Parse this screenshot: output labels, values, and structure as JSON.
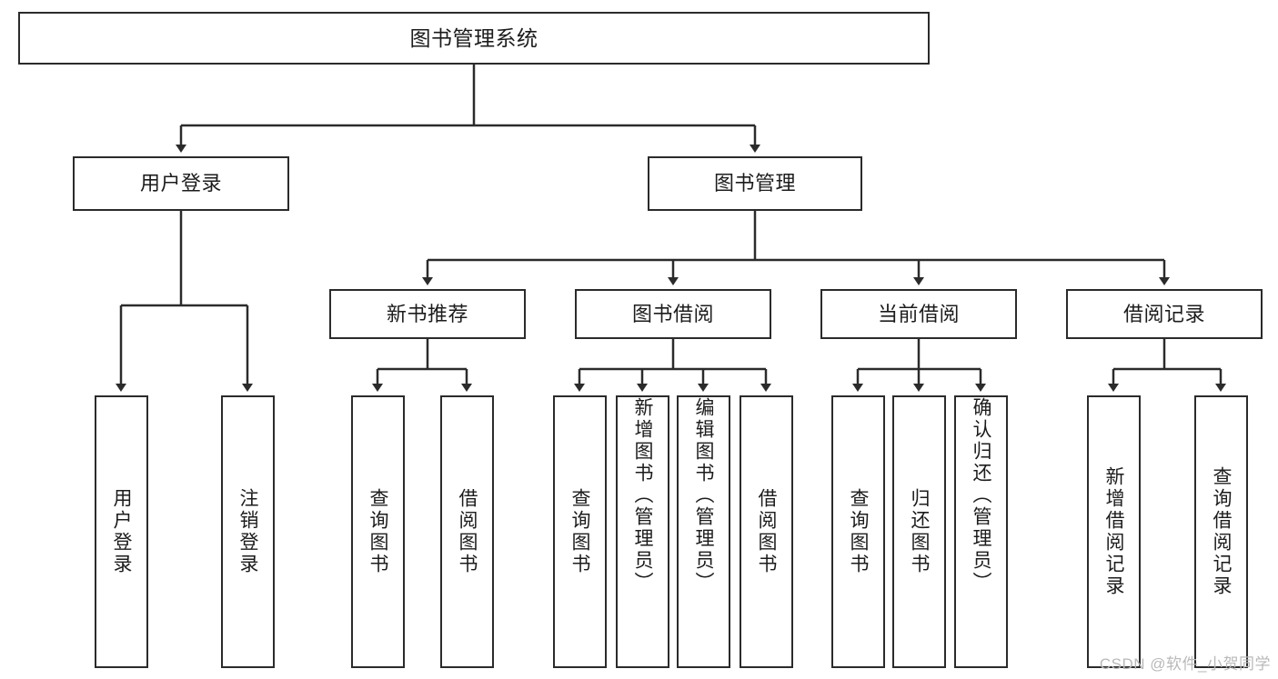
{
  "diagram": {
    "type": "hierarchy-tree",
    "title": "图书管理系统",
    "root": {
      "label": "图书管理系统"
    },
    "level2": [
      {
        "label": "用户登录"
      },
      {
        "label": "图书管理"
      }
    ],
    "level3": [
      {
        "label": "新书推荐"
      },
      {
        "label": "图书借阅"
      },
      {
        "label": "当前借阅"
      },
      {
        "label": "借阅记录"
      }
    ],
    "leaves": {
      "user_login": [
        {
          "label": "用户登录"
        },
        {
          "label": "注销登录"
        }
      ],
      "new_book_recommend": [
        {
          "label": "查询图书"
        },
        {
          "label": "借阅图书"
        }
      ],
      "book_borrow": [
        {
          "label": "查询图书"
        },
        {
          "label": "新增图书（管理员）"
        },
        {
          "label": "编辑图书（管理员）"
        },
        {
          "label": "借阅图书"
        }
      ],
      "current_borrow": [
        {
          "label": "查询图书"
        },
        {
          "label": "归还图书"
        },
        {
          "label": "确认归还（管理员）"
        }
      ],
      "borrow_record": [
        {
          "label": "新增借阅记录"
        },
        {
          "label": "查询借阅记录"
        }
      ]
    }
  },
  "watermark": {
    "text": "CSDN @软件_小贺同学"
  },
  "colors": {
    "border": "#2b2b2b",
    "background": "#ffffff",
    "text": "#1c1c1c",
    "watermark": "#b9b9b9"
  }
}
